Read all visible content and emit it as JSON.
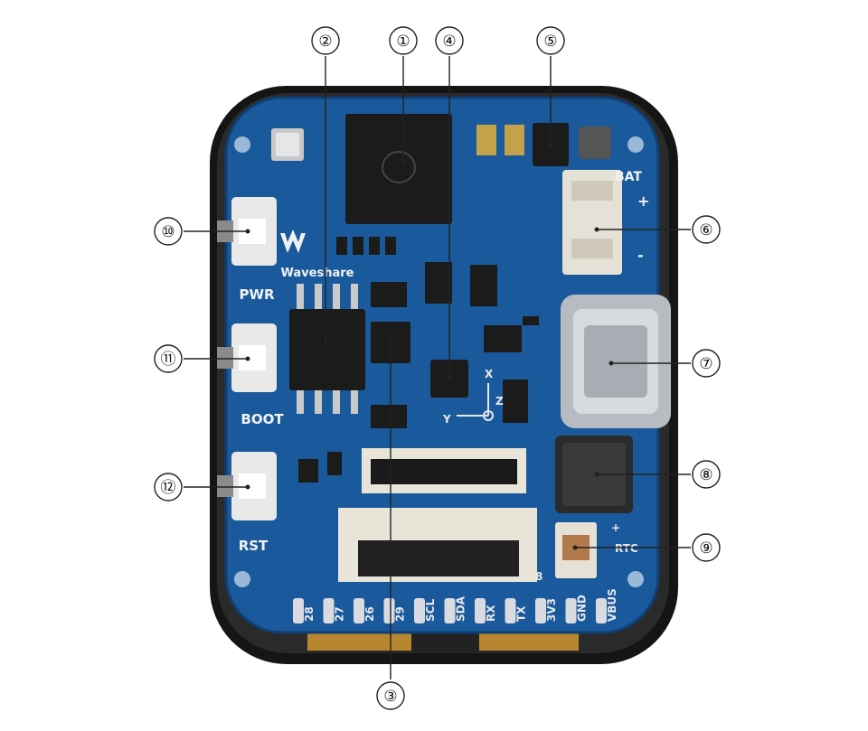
{
  "callouts": [
    {
      "number": "①"
    },
    {
      "number": "②"
    },
    {
      "number": "③"
    },
    {
      "number": "④"
    },
    {
      "number": "⑤"
    },
    {
      "number": "⑥"
    },
    {
      "number": "⑦"
    },
    {
      "number": "⑧"
    },
    {
      "number": "⑨"
    },
    {
      "number": "⑩"
    },
    {
      "number": "⑪"
    },
    {
      "number": "⑫"
    }
  ],
  "silkscreen": {
    "brand": "Waveshare",
    "pwr": "PWR",
    "boot": "BOOT",
    "rst": "RST",
    "bat": "BAT",
    "bat_plus": "+",
    "bat_minus": "-",
    "rtc": "RTC",
    "rtc_plus": "+",
    "axis_x": "X",
    "axis_y": "Y",
    "axis_z": "Z",
    "fpc_pin1": "1",
    "fpc_pin8": "8",
    "pins": [
      "28",
      "27",
      "26",
      "29",
      "SCL",
      "SDA",
      "RX",
      "TX",
      "3V3",
      "GND",
      "VBUS"
    ]
  },
  "colors": {
    "pcb": "#1a5a9c",
    "pcb_dark": "#0f3f73",
    "frame": "#121212"
  }
}
